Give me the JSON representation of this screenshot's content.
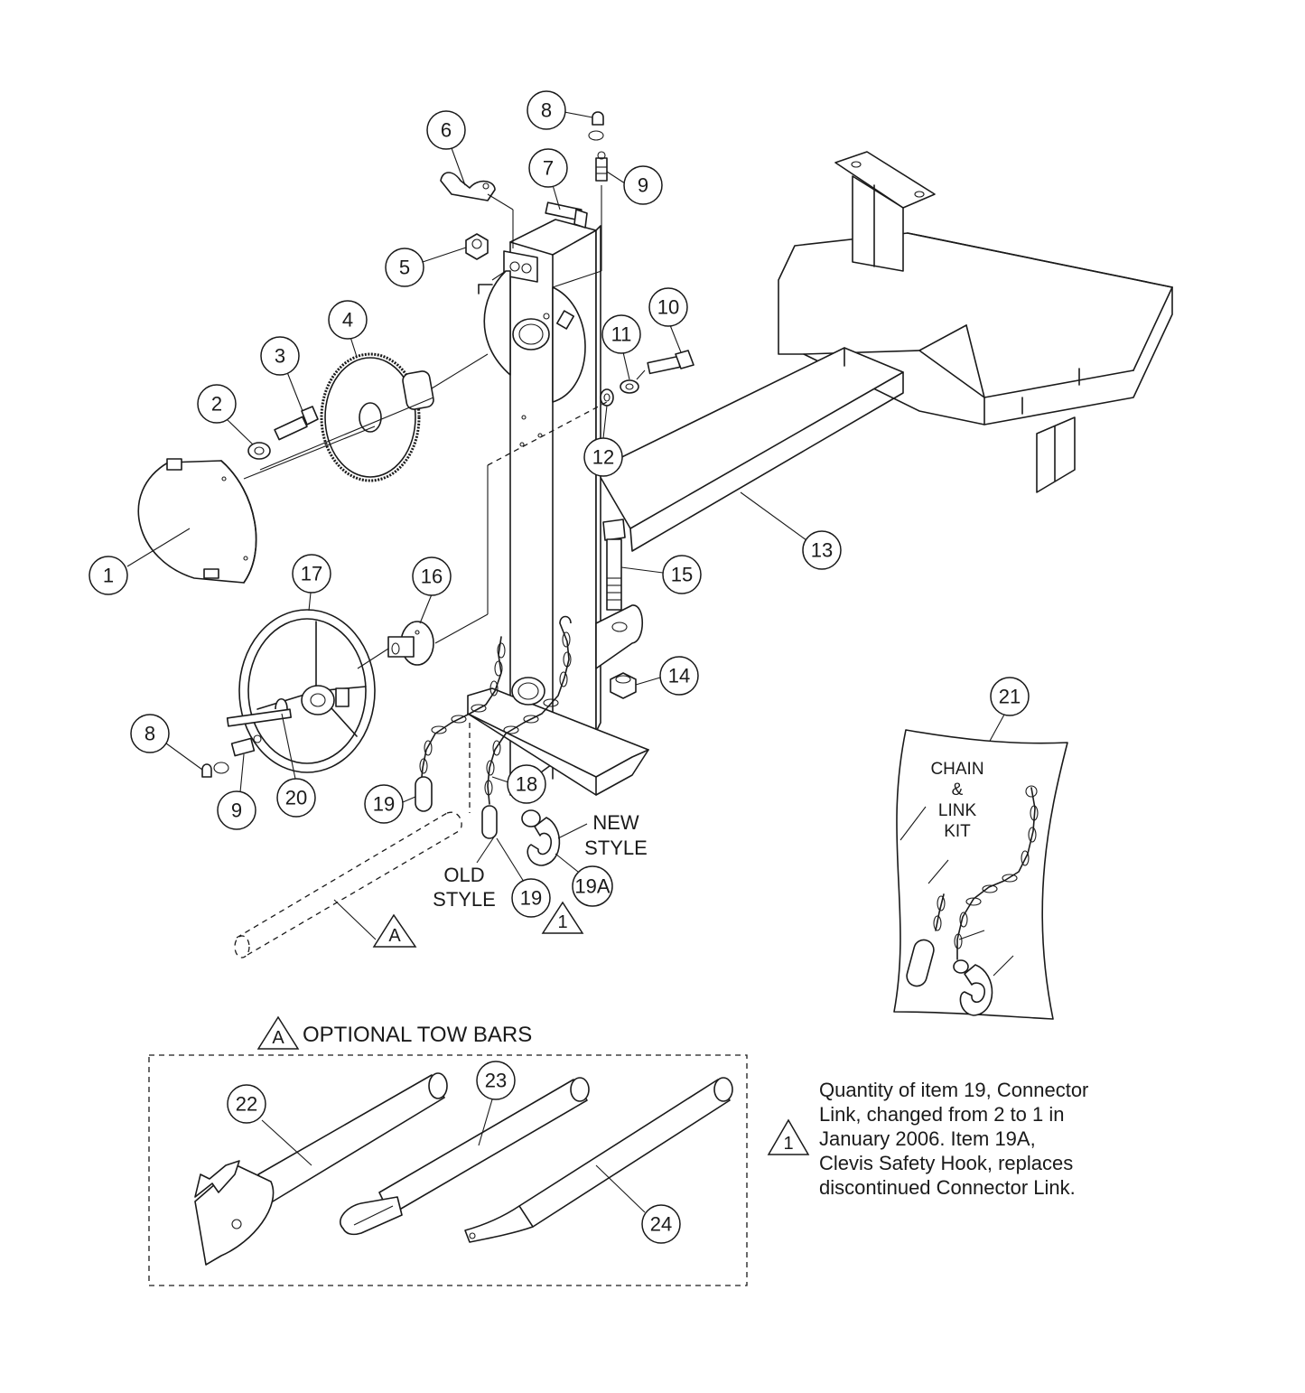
{
  "callouts": [
    "1",
    "2",
    "3",
    "4",
    "5",
    "6",
    "7",
    "8",
    "9",
    "10",
    "11",
    "12",
    "13",
    "14",
    "15",
    "16",
    "17",
    "8",
    "9",
    "20",
    "19",
    "18",
    "19",
    "19A",
    "21",
    "22",
    "23",
    "24"
  ],
  "labels": {
    "new_style_1": "NEW",
    "new_style_2": "STYLE",
    "old_style_1": "OLD",
    "old_style_2": "STYLE",
    "kit_1": "CHAIN",
    "kit_2": "&",
    "kit_3": "LINK",
    "kit_4": "KIT"
  },
  "markers": {
    "a": "A",
    "one": "1"
  },
  "optional_tow_bars": {
    "marker": "A",
    "title": "OPTIONAL TOW BARS"
  },
  "note": {
    "marker": "1",
    "lines": [
      "Quantity of item 19, Connector",
      "Link, changed from 2 to 1 in",
      "January 2006. Item 19A,",
      "Clevis Safety Hook, replaces",
      "discontinued Connector Link."
    ]
  }
}
